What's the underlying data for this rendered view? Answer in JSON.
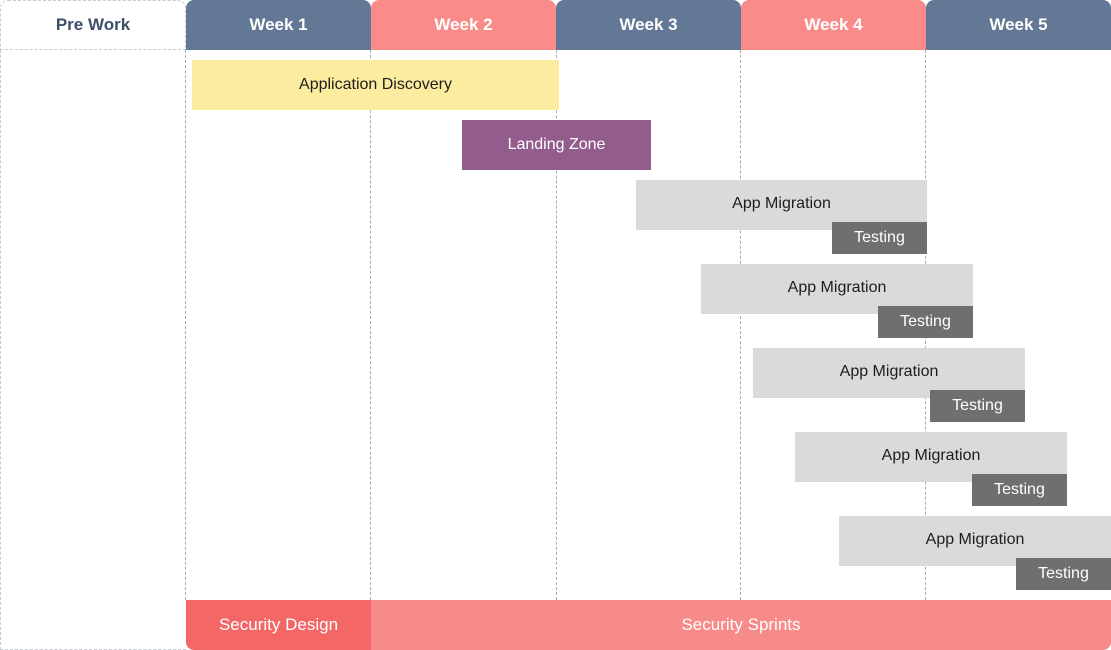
{
  "header": {
    "prework": "Pre Work",
    "weeks": [
      "Week 1",
      "Week 2",
      "Week 3",
      "Week 4",
      "Week 5"
    ]
  },
  "tasks": {
    "discovery": "Application Discovery",
    "landing_zone": "Landing Zone",
    "migrations": [
      {
        "label": "App Migration",
        "testing": "Testing"
      },
      {
        "label": "App Migration",
        "testing": "Testing"
      },
      {
        "label": "App Migration",
        "testing": "Testing"
      },
      {
        "label": "App Migration",
        "testing": "Testing"
      },
      {
        "label": "App Migration",
        "testing": "Testing"
      }
    ]
  },
  "security": {
    "design": "Security Design",
    "sprints": "Security Sprints"
  },
  "colors": {
    "week_dark": "#627895",
    "week_light": "#f98b88",
    "discovery": "#fcec9f",
    "landing_zone": "#925d8c",
    "migration": "#dadada",
    "testing": "#6f6f6f",
    "security_design": "#f36767",
    "security_sprints": "#f78b89"
  }
}
